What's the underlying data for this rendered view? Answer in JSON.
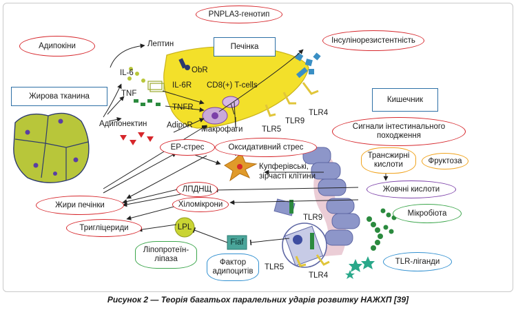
{
  "caption": "Рисунок 2 — Теорія багатьох паралельних ударів розвитку НАЖХП [39]",
  "boxes": {
    "liver": "Печінка",
    "adipose": "Жирова тканина",
    "gut": "Кишечник"
  },
  "ovals": {
    "pnpla3": "PNPLA3-генотип",
    "adipokines": "Адипокіни",
    "insulin_resistance": "Інсулінорезистентність",
    "intestinal_signals_l1": "Сигнали інтестинального",
    "intestinal_signals_l2": "походження",
    "er_stress": "ЕР-стрес",
    "oxidative_stress": "Оксидативний стрес",
    "trans_fats_l1": "Трансжирні",
    "trans_fats_l2": "кислоти",
    "fructose": "Фруктоза",
    "bile_acids": "Жовчні кислоти",
    "ldhns": "ЛПДНЩ",
    "chylomicrons": "Хіломікрони",
    "liver_fats": "Жири печінки",
    "triglycerides": "Тригліцериди",
    "microbiota": "Мікробіота",
    "tlr_ligands": "TLR-ліганди",
    "lipoprotein_lipase_l1": "Ліпопротеїн-",
    "lipoprotein_lipase_l2": "ліпаза",
    "adipocyte_factor_l1": "Фактор",
    "adipocyte_factor_l2": "адипоцитів"
  },
  "labels": {
    "leptin": "Лептин",
    "il6": "IL-6",
    "tnf": "TNF",
    "adiponectin": "Адипонектин",
    "obr": "ObR",
    "il6r": "IL-6R",
    "tnfr": "TNFR",
    "adipor": "AdipoR",
    "cd8": "CD8(+) T-cells",
    "macrophages": "Макрофаги",
    "tlr4_liver": "TLR4",
    "tlr9_liver": "TLR9",
    "tlr5_liver": "TLR5",
    "kupffer_l1": "Купферівські,",
    "kupffer_l2": "зірчасті клітини",
    "tlr9_gut": "TLR9",
    "tlr5_gut": "TLR5",
    "tlr4_gut": "TLR4",
    "lpl": "LPL",
    "fiaf": "Fiaf"
  },
  "colors": {
    "liver": "#f3e02a",
    "adipose": "#b8c63a",
    "red_outline": "#d6262b",
    "green_outline": "#3aa54a",
    "purple_outline": "#7b3fa8",
    "orange_outline": "#f0a21a",
    "blue_outline": "#2f8fd0",
    "gut": "#8d96c9"
  }
}
